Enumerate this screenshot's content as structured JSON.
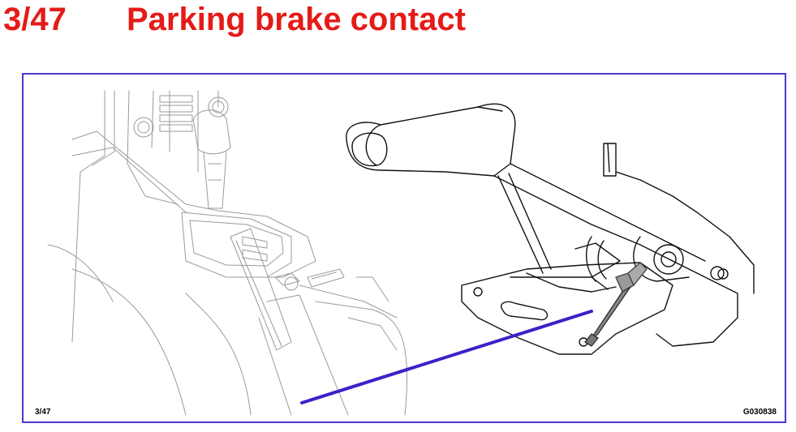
{
  "header": {
    "number": "3/47",
    "title": "Parking brake contact"
  },
  "figure": {
    "label_left": "3/47",
    "label_right": "G030838",
    "frame_color": "#4b3acb",
    "pointer_color": "#3a22c8",
    "title_color": "#e41b17"
  }
}
